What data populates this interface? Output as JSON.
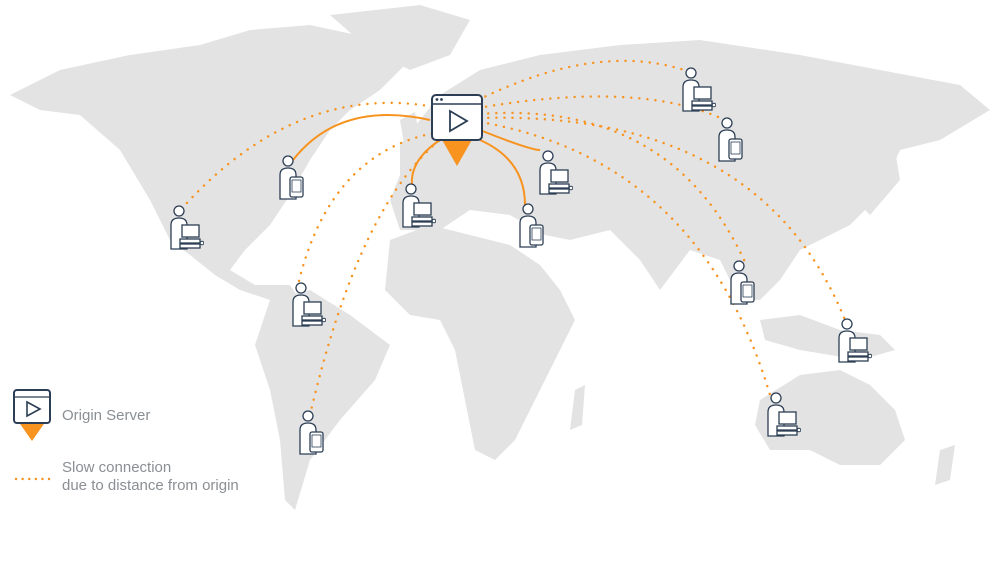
{
  "legend": {
    "origin_label": "Origin Server",
    "slow_line1": "Slow connection",
    "slow_line2": "due to distance from origin"
  },
  "colors": {
    "accent": "#f7931e",
    "land": "#e3e3e3",
    "icon": "#2c3e55",
    "text": "#8a8f94"
  },
  "users": [
    {
      "region": "north-america-west",
      "device": "desktop",
      "connection": "slow"
    },
    {
      "region": "north-america-east",
      "device": "phone",
      "connection": "fast"
    },
    {
      "region": "central-america",
      "device": "desktop",
      "connection": "slow"
    },
    {
      "region": "south-america",
      "device": "phone",
      "connection": "slow"
    },
    {
      "region": "western-europe",
      "device": "desktop",
      "connection": "fast"
    },
    {
      "region": "middle-east",
      "device": "phone",
      "connection": "fast"
    },
    {
      "region": "eastern-europe",
      "device": "desktop",
      "connection": "fast"
    },
    {
      "region": "russia",
      "device": "desktop",
      "connection": "slow"
    },
    {
      "region": "north-asia",
      "device": "phone",
      "connection": "slow"
    },
    {
      "region": "southeast-asia",
      "device": "phone",
      "connection": "slow"
    },
    {
      "region": "oceania",
      "device": "desktop",
      "connection": "slow"
    },
    {
      "region": "australia",
      "device": "desktop",
      "connection": "slow"
    }
  ]
}
